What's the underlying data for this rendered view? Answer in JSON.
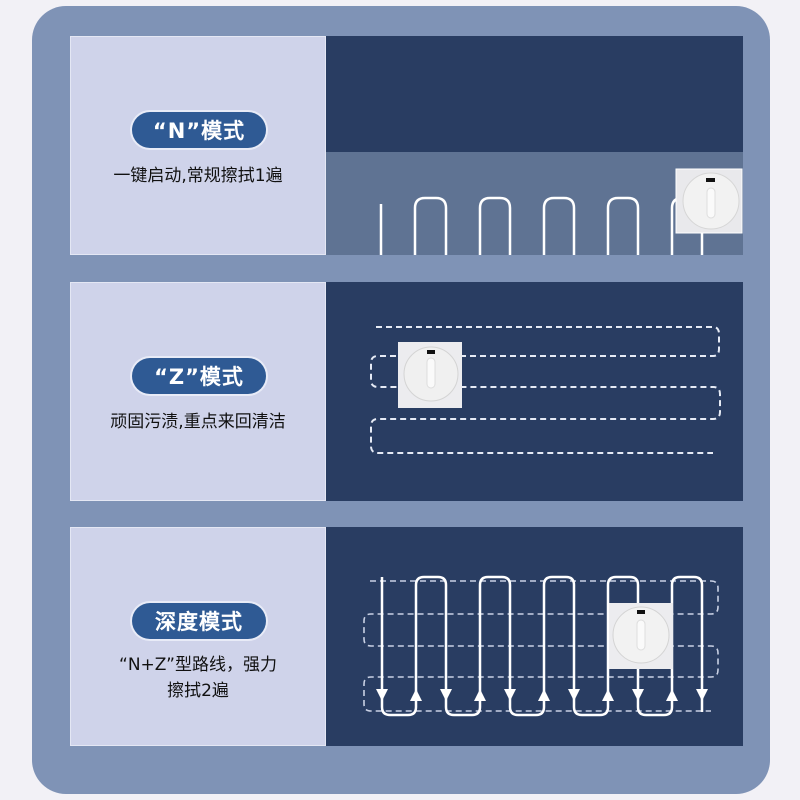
{
  "modes": [
    {
      "title": "“N”模式",
      "description_lines": [
        "一键启动,常规擦拭1遍"
      ],
      "path_type": "N",
      "icon": "robot-window-cleaner-icon"
    },
    {
      "title": "“Z”模式",
      "description_lines": [
        "顽固污渍,重点来回清洁"
      ],
      "path_type": "Z",
      "icon": "robot-window-cleaner-icon"
    },
    {
      "title": "深度模式",
      "description_lines": [
        "“N+Z”型路线，强力",
        "擦拭2遍"
      ],
      "path_type": "N+Z",
      "icon": "robot-window-cleaner-icon"
    }
  ],
  "colors": {
    "frame": "#7f93b6",
    "left_panel": "#cfd3ea",
    "right_panel": "#293d62",
    "pill": "#2f5a94",
    "path": "#ffffff"
  }
}
